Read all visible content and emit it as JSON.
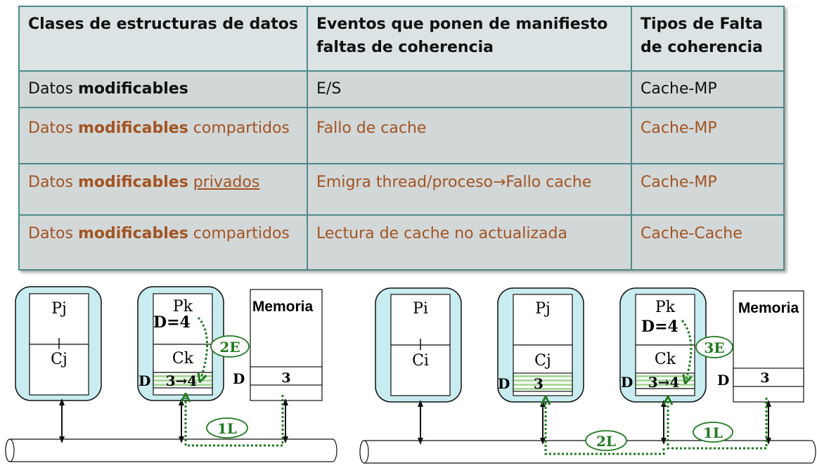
{
  "table": {
    "headers": [
      "Clases de estructuras de datos",
      "Eventos que ponen de manifiesto faltas de coherencia",
      "Tipos de Falta de coherencia"
    ],
    "header2_l1": "Eventos que ponen de manifiesto",
    "header2_l2": "faltas de coherencia",
    "header3_l1": "Tipos de Falta",
    "header3_l2": "de coherencia",
    "rows": [
      {
        "c1a": "Datos ",
        "c1b": "modificables",
        "c1c": "",
        "c2": "E/S",
        "c3": "Cache-MP"
      },
      {
        "c1a": "Datos ",
        "c1b": "modificables",
        "c1c": " compartidos",
        "c2": "Fallo de cache",
        "c3": "Cache-MP"
      },
      {
        "c1a": "Datos ",
        "c1b": "modificables",
        "c1c": "privados",
        "c2": "Emigra thread/proceso→Fallo cache",
        "c3": "Cache-MP"
      },
      {
        "c1a": "Datos ",
        "c1b": "modificables",
        "c1c": " compartidos",
        "c2": "Lectura de cache no actualizada",
        "c3": "Cache-Cache"
      }
    ],
    "colors": {
      "border": "#4f8a8b",
      "header_bg": "#dce3e4",
      "row_bg": "#d2d7d8",
      "highlight_text": "#a35422"
    }
  },
  "diagram": {
    "colors": {
      "node_fill": "#c8ecef",
      "arrow_green": "#1f7a1f",
      "stripe": "#a9d99a"
    },
    "left": {
      "pj": "Pj",
      "cj": "Cj",
      "pk": "Pk",
      "pk_reg": "D=4",
      "ck": "Ck",
      "ck_d": "D",
      "ck_val": "3→4",
      "mem_title": "Memoria",
      "mem_d": "D",
      "mem_val": "3",
      "step_1": "1L",
      "step_2": "2E"
    },
    "right": {
      "pi": "Pi",
      "ci": "Ci",
      "pj": "Pj",
      "cj": "Cj",
      "cj_d": "D",
      "cj_val": "3",
      "pk": "Pk",
      "pk_reg": "D=4",
      "ck": "Ck",
      "ck_d": "D",
      "ck_val": "3→4",
      "mem_title": "Memoria",
      "mem_d": "D",
      "mem_val": "3",
      "step_1": "1L",
      "step_2": "2L",
      "step_3": "3E"
    }
  }
}
